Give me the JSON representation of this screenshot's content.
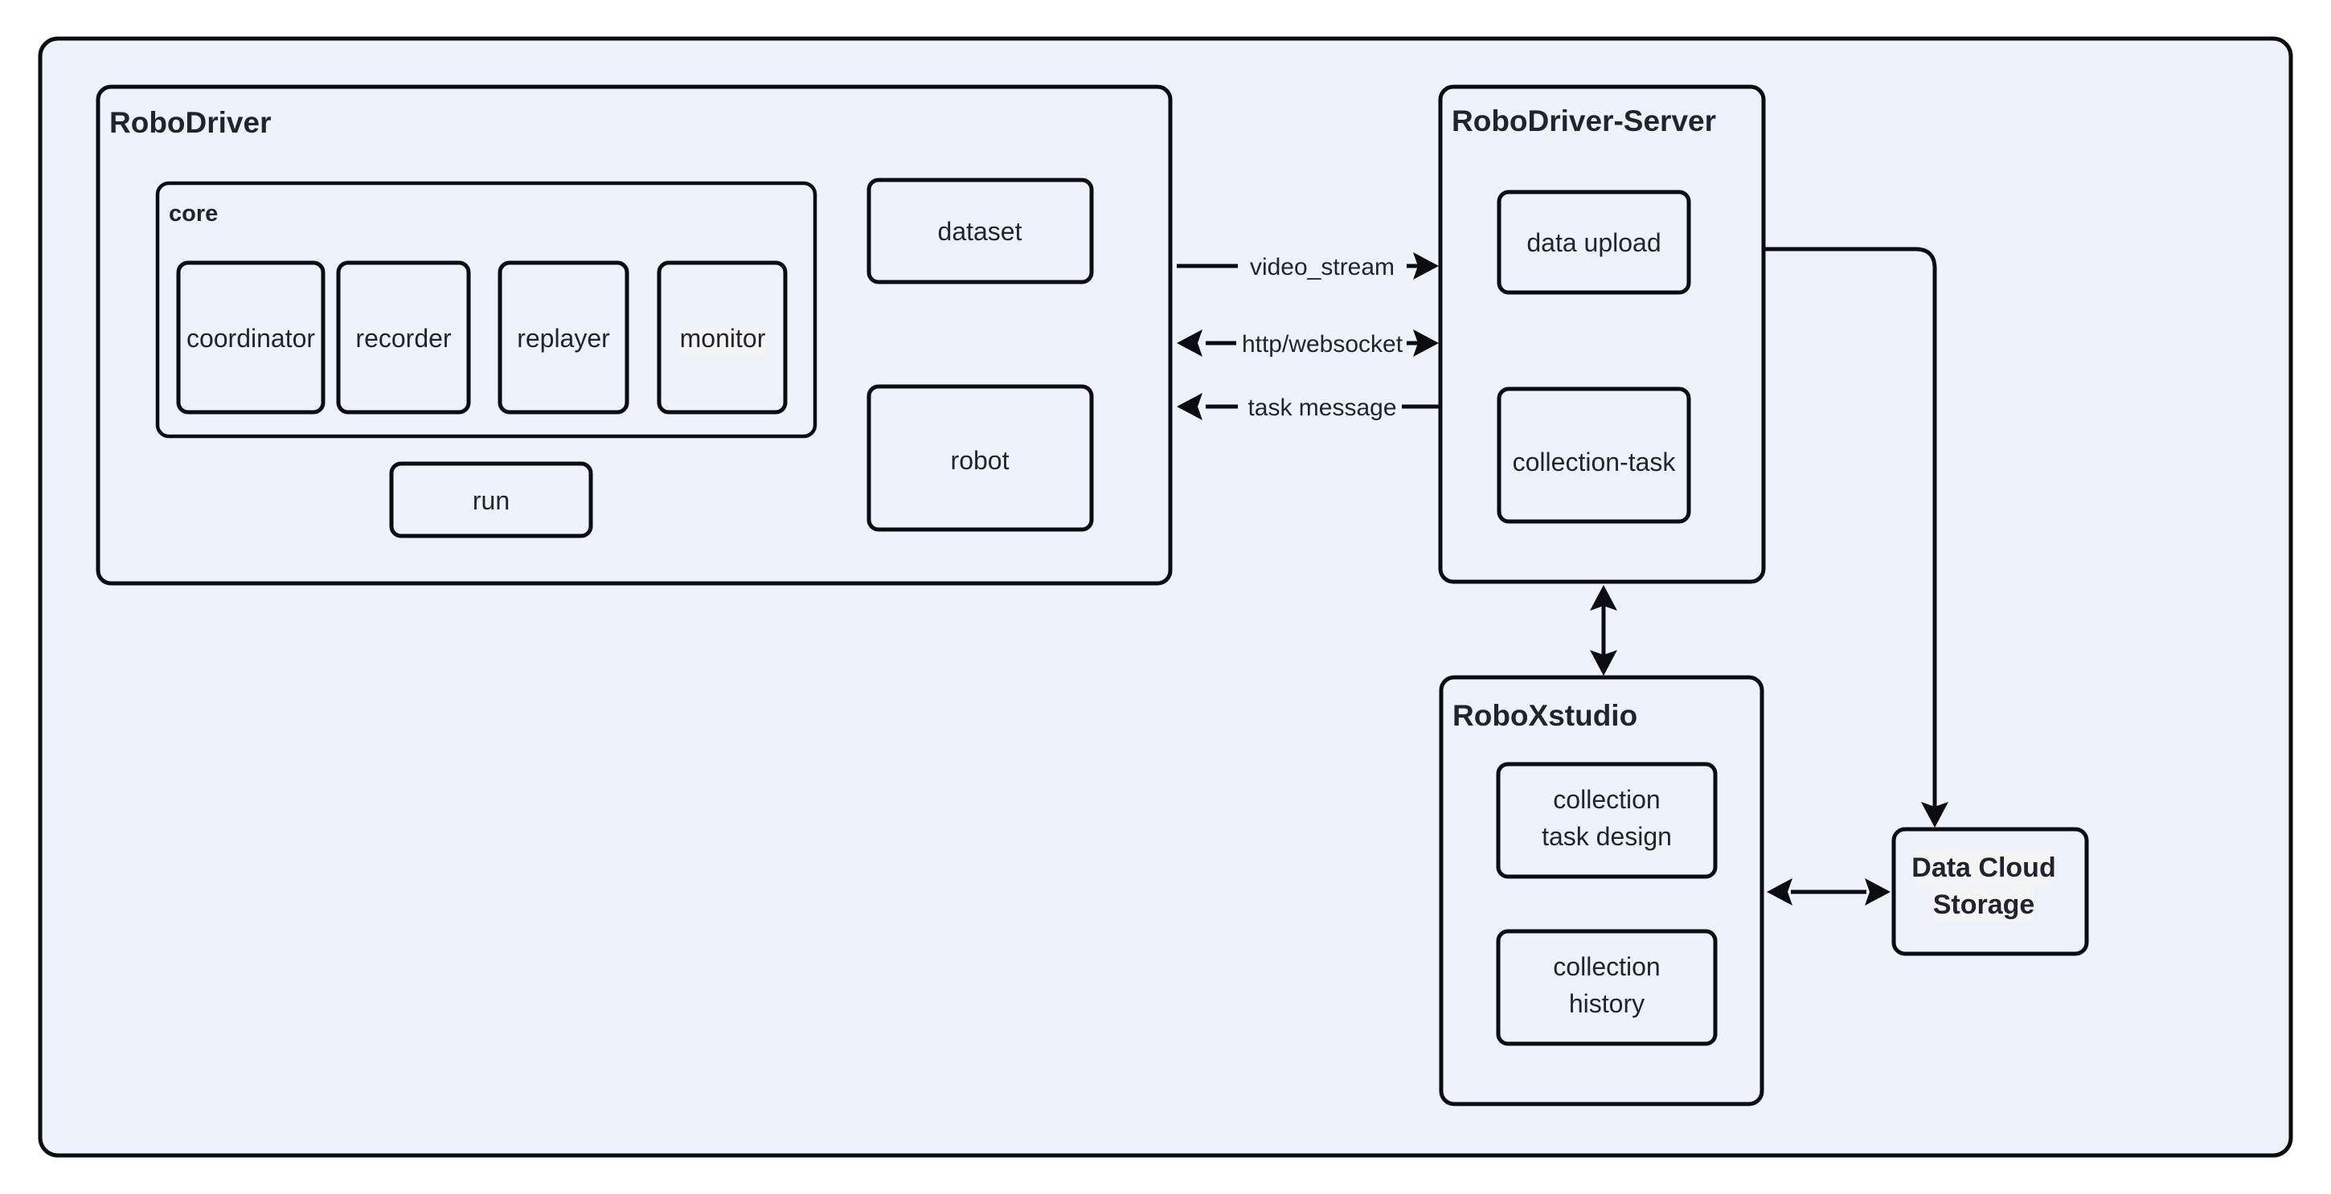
{
  "diagram": {
    "type": "architecture-flowchart",
    "background_color": "#ffffff",
    "surface_color": "#eef2fb",
    "stroke_color": "#0b0c10",
    "text_color": "#1f2430",
    "label_highlight_color": "#f4f4f4",
    "outer_frame": {
      "name": "outer-frame",
      "label": ""
    },
    "groups": [
      {
        "id": "robodriver",
        "title": "RoboDriver",
        "subgroups": [
          {
            "id": "core",
            "title": "core",
            "nodes": [
              {
                "id": "coordinator",
                "label": "coordinator"
              },
              {
                "id": "recorder",
                "label": "recorder"
              },
              {
                "id": "replayer",
                "label": "replayer"
              },
              {
                "id": "monitor",
                "label": "monitor"
              }
            ]
          }
        ],
        "nodes": [
          {
            "id": "run",
            "label": "run"
          },
          {
            "id": "dataset",
            "label": "dataset"
          },
          {
            "id": "robot",
            "label": "robot"
          }
        ]
      },
      {
        "id": "robodriver-server",
        "title": "RoboDriver-Server",
        "nodes": [
          {
            "id": "data-upload",
            "label": "data upload"
          },
          {
            "id": "collection-task",
            "label": "collection-task"
          }
        ]
      },
      {
        "id": "roboxstudio",
        "title": "RoboXstudio",
        "nodes": [
          {
            "id": "collection-task-design",
            "label_line1": "collection",
            "label_line2": "task design"
          },
          {
            "id": "collection-history",
            "label_line1": "collection",
            "label_line2": "history"
          }
        ]
      }
    ],
    "standalone_nodes": [
      {
        "id": "data-cloud-storage",
        "label_line1": "Data Cloud",
        "label_line2": "Storage",
        "bold": true
      }
    ],
    "edges": [
      {
        "id": "video-stream",
        "label": "video_stream",
        "from": "robodriver",
        "to": "robodriver-server",
        "direction": "right",
        "arrowheads": "end"
      },
      {
        "id": "http-websocket",
        "label": "http/websocket",
        "from": "robodriver",
        "to": "robodriver-server",
        "direction": "both",
        "arrowheads": "both"
      },
      {
        "id": "task-message",
        "label": "task message",
        "from": "robodriver-server",
        "to": "robodriver",
        "direction": "left",
        "arrowheads": "start"
      },
      {
        "id": "server-to-storage",
        "label": "",
        "from": "robodriver-server",
        "to": "data-cloud-storage",
        "direction": "right-then-down",
        "arrowheads": "end"
      },
      {
        "id": "server-to-studio",
        "label": "",
        "from": "robodriver-server",
        "to": "roboxstudio",
        "direction": "vertical",
        "arrowheads": "both"
      },
      {
        "id": "studio-to-storage",
        "label": "",
        "from": "roboxstudio",
        "to": "data-cloud-storage",
        "direction": "horizontal",
        "arrowheads": "both"
      }
    ]
  }
}
